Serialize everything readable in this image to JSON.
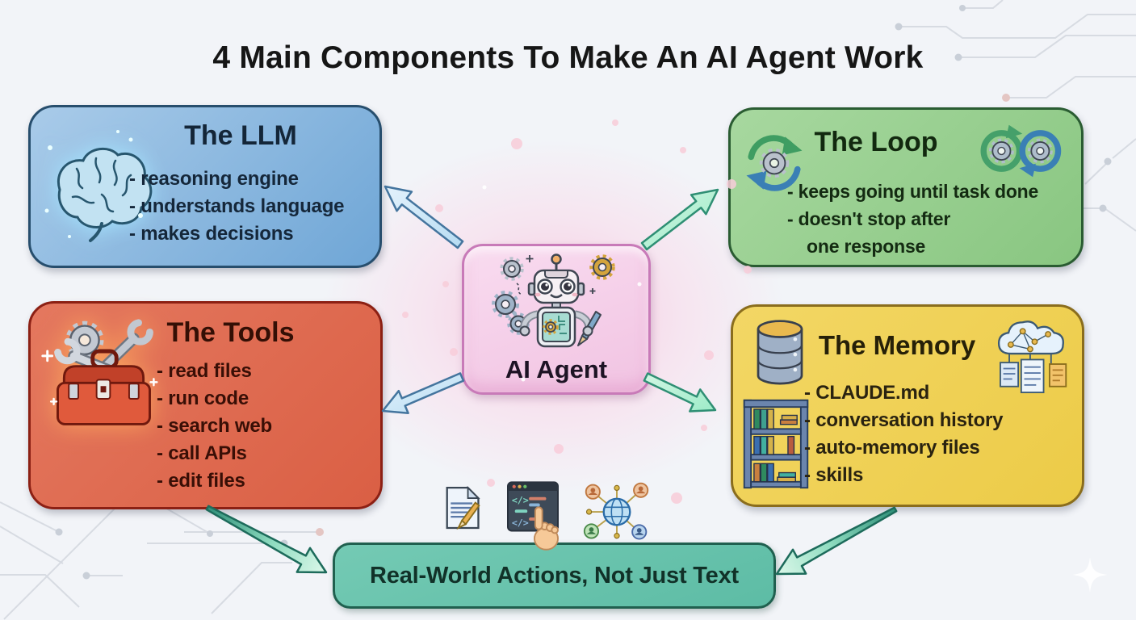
{
  "title": "4 Main Components To Make An AI Agent Work",
  "center": {
    "label": "AI Agent"
  },
  "panels": {
    "llm": {
      "title": "The LLM",
      "items": [
        "- reasoning engine",
        "- understands language",
        "- makes decisions"
      ]
    },
    "loop": {
      "title": "The Loop",
      "items": [
        "- keeps going until task done",
        "- doesn't stop after",
        "one response"
      ]
    },
    "tools": {
      "title": "The Tools",
      "items": [
        "- read files",
        "- run code",
        "- search web",
        "- call APIs",
        "- edit files"
      ]
    },
    "memory": {
      "title": "The Memory",
      "items": [
        "- CLAUDE.md",
        "- conversation history",
        "- auto-memory files",
        "- skills"
      ]
    }
  },
  "banner": {
    "label": "Real-World Actions, Not Just Text"
  },
  "icons": {
    "llm": "brain-icon",
    "loop_left": "cycle-arrows-gear-icon",
    "loop_right": "infinity-gears-icon",
    "tools": "toolbox-icon",
    "memory_db": "database-icon",
    "memory_shelf": "bookshelf-icon",
    "memory_cloud": "cloud-network-docs-icon",
    "center": "robot-icon",
    "banner_doc": "document-pencil-icon",
    "banner_code": "code-window-hand-icon",
    "banner_net": "network-globe-icon"
  },
  "colors": {
    "background": "#f2f4f8",
    "llm_fill": "#7fb0da",
    "llm_border": "#274e6d",
    "loop_fill": "#98cd8f",
    "loop_border": "#2a5c32",
    "tools_fill": "#e06a50",
    "tools_border": "#8c2014",
    "memory_fill": "#f0d055",
    "memory_border": "#8a6d1d",
    "banner_fill": "#68c3ac",
    "banner_border": "#20604f",
    "center_fill": "#f4cce6",
    "center_border": "#c87ab8",
    "arrow_blue": "#cfe9f8",
    "arrow_blue_stroke": "#44759e",
    "arrow_green": "#b2eed0",
    "arrow_green_stroke": "#2f8f74",
    "arrow_teal_stroke": "#1d6b5b"
  }
}
